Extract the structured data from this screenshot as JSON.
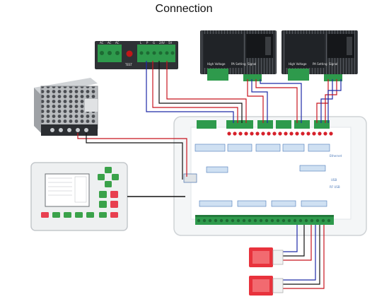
{
  "title": "Connection",
  "test_psu": {
    "button_label": "TEST",
    "top_labels": [
      "AC",
      "AC",
      "AC",
      "L",
      "P",
      "G",
      "24V",
      "5V"
    ]
  },
  "driver": {
    "labels": [
      "High Voltage",
      "PA Setting",
      "Signal"
    ]
  },
  "controller": {
    "labels": [
      "Ethernet",
      "USB",
      "RF USB"
    ]
  },
  "colors": {
    "wire_red": "#c8141e",
    "wire_blue": "#1e2aa8",
    "wire_black": "#111111",
    "terminal_green": "#2e9a4c",
    "indicator_red": "#d6202a",
    "panel_button_green": "#3aa24a",
    "panel_button_red": "#e84050",
    "switch_red": "#e8323c"
  },
  "icons": {
    "psu_vent": "hexagon-vent-icon",
    "stepper_driver": "stepper-driver-icon",
    "display_panel": "lcd-display-icon",
    "limit_switch": "limit-switch-icon"
  }
}
